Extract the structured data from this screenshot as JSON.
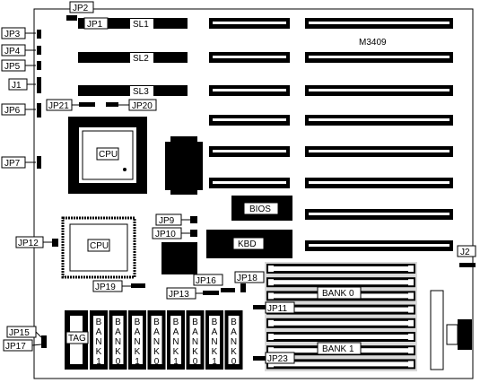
{
  "diagram": {
    "model": "M3409",
    "slots": {
      "sl1": "SL1",
      "sl2": "SL2",
      "sl3": "SL3"
    },
    "chips": {
      "cpu_main": "CPU",
      "cpu_secondary": "CPU",
      "bios": "BIOS",
      "kbd": "KBD",
      "tag": "TAG"
    },
    "banks": {
      "bank0": "BANK 0",
      "bank1": "BANK 1"
    },
    "jumpers": {
      "jp1": "JP1",
      "jp2": "JP2",
      "jp3": "JP3",
      "jp4": "JP4",
      "jp5": "JP5",
      "jp6": "JP6",
      "jp7": "JP7",
      "j1": "J1",
      "j2": "J2",
      "jp9": "JP9",
      "jp10": "JP10",
      "jp11": "JP11",
      "jp12": "JP12",
      "jp13": "JP13",
      "jp15": "JP15",
      "jp16": "JP16",
      "jp17": "JP17",
      "jp18": "JP18",
      "jp19": "JP19",
      "jp20": "JP20",
      "jp21": "JP21",
      "jp23": "JP23"
    },
    "cache_chips": [
      {
        "letters": [
          "B",
          "A",
          "N",
          "K",
          "1"
        ]
      },
      {
        "letters": [
          "B",
          "A",
          "N",
          "K",
          "0"
        ]
      },
      {
        "letters": [
          "B",
          "A",
          "N",
          "K",
          "1"
        ]
      },
      {
        "letters": [
          "B",
          "A",
          "N",
          "K",
          "0"
        ]
      },
      {
        "letters": [
          "B",
          "A",
          "N",
          "K",
          "1"
        ]
      },
      {
        "letters": [
          "B",
          "A",
          "N",
          "K",
          "0"
        ]
      },
      {
        "letters": [
          "B",
          "A",
          "N",
          "K",
          "1"
        ]
      },
      {
        "letters": [
          "B",
          "A",
          "N",
          "K",
          "0"
        ]
      }
    ]
  }
}
